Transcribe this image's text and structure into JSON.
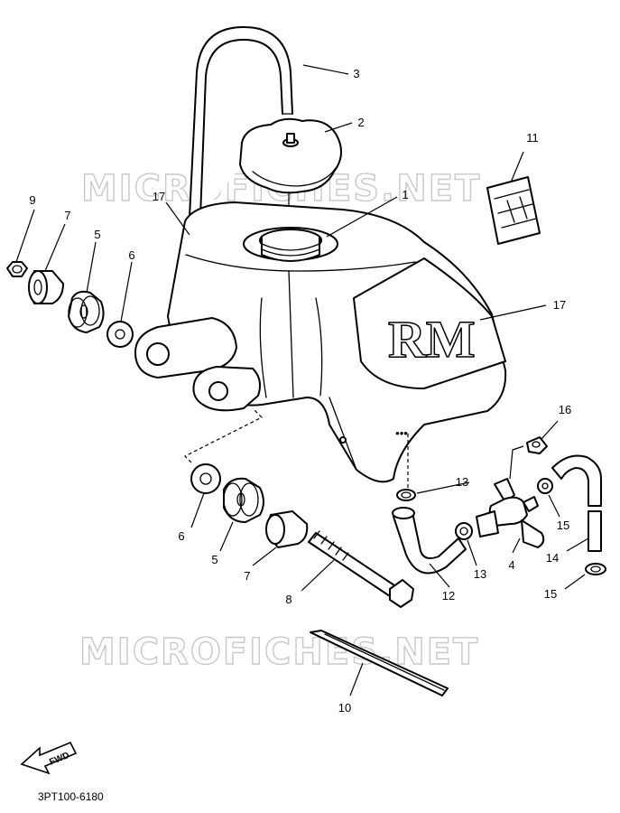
{
  "watermarks": [
    "MICROFICHES.NET",
    "MICROFICHES.NET"
  ],
  "drawing_code": "3PT100-6180",
  "fwd_label": "FWD",
  "callouts": {
    "c1": "1",
    "c2": "2",
    "c3": "3",
    "c4": "4",
    "c5a": "5",
    "c5b": "5",
    "c6a": "6",
    "c6b": "6",
    "c7a": "7",
    "c7b": "7",
    "c8": "8",
    "c9": "9",
    "c10": "10",
    "c11": "11",
    "c12": "12",
    "c13a": "13",
    "c13b": "13",
    "c14": "14",
    "c15a": "15",
    "c15b": "15",
    "c16": "16",
    "c17a": "17",
    "c17b": "17"
  },
  "tank_decal": "RM"
}
